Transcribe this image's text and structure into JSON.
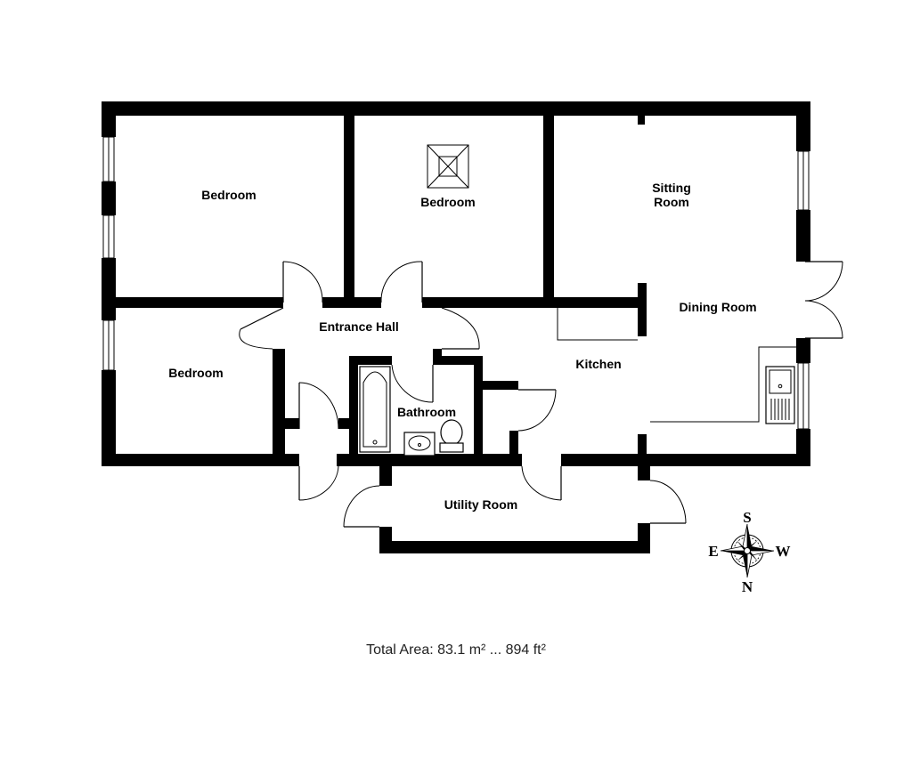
{
  "rooms": {
    "bedroom_1": "Bedroom",
    "bedroom_2": "Bedroom",
    "bedroom_3": "Bedroom",
    "sitting_room_line1": "Sitting",
    "sitting_room_line2": "Room",
    "dining_room": "Dining Room",
    "entrance_hall": "Entrance Hall",
    "kitchen": "Kitchen",
    "bathroom": "Bathroom",
    "utility_room": "Utility Room"
  },
  "compass": {
    "top": "S",
    "left": "E",
    "right": "W",
    "bottom": "N"
  },
  "footer": {
    "total_area": "Total Area: 83.1 m² ... 894 ft²"
  },
  "colors": {
    "wall": "#000000",
    "background": "#ffffff"
  }
}
